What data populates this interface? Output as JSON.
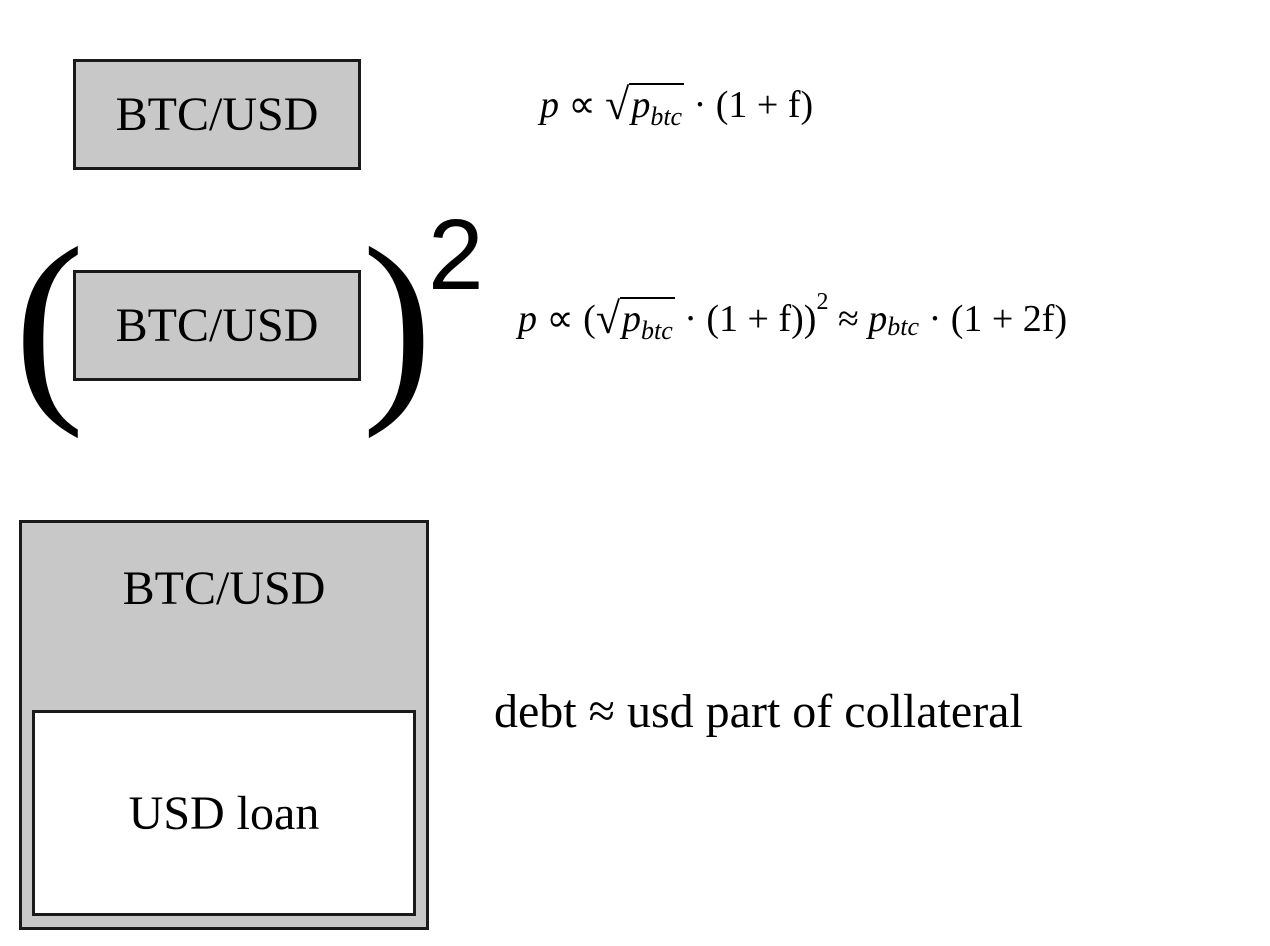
{
  "top_box": {
    "label": "BTC/USD"
  },
  "top_formula": {
    "p": "p",
    "prop": "∝",
    "sqrt_var": "p",
    "sqrt_sub": "btc",
    "rest": "· (1 + f)"
  },
  "mid_box": {
    "label": "BTC/USD"
  },
  "mid_paren": {
    "open": "(",
    "close": ")",
    "exponent": "2"
  },
  "mid_formula": {
    "p": "p",
    "prop": "∝ (",
    "sqrt_var": "p",
    "sqrt_sub": "btc",
    "mid": "· (1 + f))",
    "exp": "2",
    "approx": "≈",
    "var2": "p",
    "sub2": "btc",
    "rest": "· (1 + 2f)"
  },
  "bottom_box": {
    "label": "BTC/USD"
  },
  "loan_box": {
    "label": "USD loan"
  },
  "caption": "debt ≈ usd part of collateral"
}
